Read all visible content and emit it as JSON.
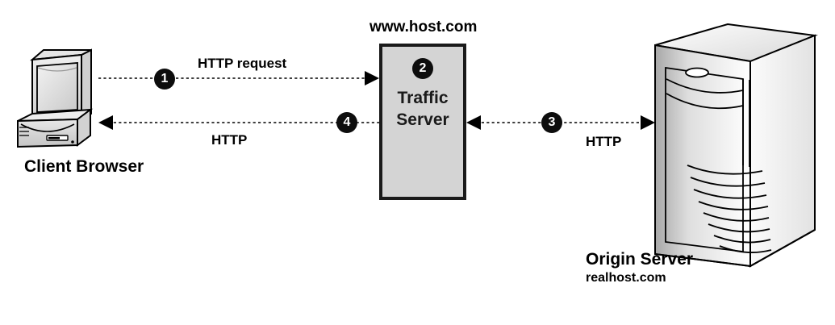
{
  "diagram": {
    "title_hidden": "Traffic Server HTTP request flow",
    "nodes": {
      "client": {
        "label": "Client Browser",
        "icon": "desktop-computer-icon"
      },
      "traffic_server": {
        "hostname": "www.host.com",
        "label_line1": "Traffic",
        "label_line2": "Server",
        "fill_color": "#d4d4d4",
        "border_color": "#1a1a1a"
      },
      "origin_server": {
        "label": "Origin Server",
        "hostname": "realhost.com",
        "icon": "server-tower-icon"
      }
    },
    "flows": [
      {
        "step": "1",
        "label": "HTTP request",
        "from": "client",
        "to": "traffic_server",
        "direction": "right"
      },
      {
        "step": "2",
        "label": "",
        "at": "traffic_server",
        "direction": "none"
      },
      {
        "step": "3",
        "label": "HTTP",
        "from": "traffic_server",
        "to": "origin_server",
        "direction": "both"
      },
      {
        "step": "4",
        "label": "HTTP",
        "from": "traffic_server",
        "to": "client",
        "direction": "left"
      }
    ],
    "colors": {
      "background": "#ffffff",
      "ink": "#000000",
      "badge_fill": "#0d0d0d",
      "badge_text": "#ffffff",
      "box_fill": "#d4d4d4"
    }
  }
}
